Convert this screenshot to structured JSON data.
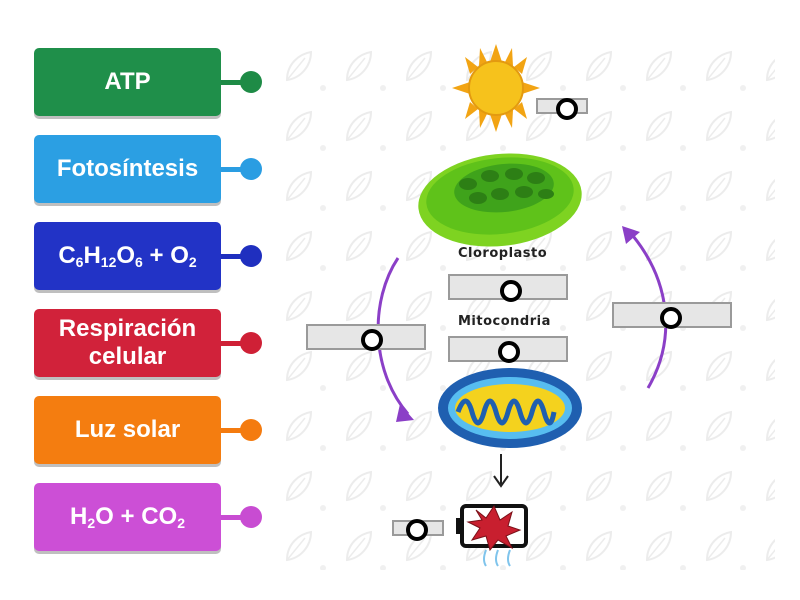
{
  "tiles": [
    {
      "label": "ATP",
      "color": "#1f8f4a",
      "pin": "#1e8b46"
    },
    {
      "label": "Fotosíntesis",
      "color": "#2b9fe3",
      "pin": "#2a9de2"
    },
    {
      "formula": {
        "c": "C",
        "c_sub": "6",
        "h": "H",
        "h_sub": "12",
        "o": "O",
        "o_sub": "6",
        "plus": " + ",
        "o2": "O",
        "o2_sub": "2"
      },
      "color": "#2233c6",
      "pin": "#1f2fbf"
    },
    {
      "line1": "Respiración",
      "line2": "celular",
      "color": "#d1223a",
      "pin": "#cf2036"
    },
    {
      "label": "Luz solar",
      "color": "#f47d10",
      "pin": "#f47b0f"
    },
    {
      "formula": {
        "h": "H",
        "h_sub": "2",
        "o": "O",
        "plus": " + ",
        "co": "CO",
        "co_sub": "2"
      },
      "color": "#cc4fd6",
      "pin": "#c84cd2"
    }
  ],
  "diagram": {
    "cloroplasto_label": "Cloroplasto",
    "mitocondria_label": "Mitocondria"
  }
}
